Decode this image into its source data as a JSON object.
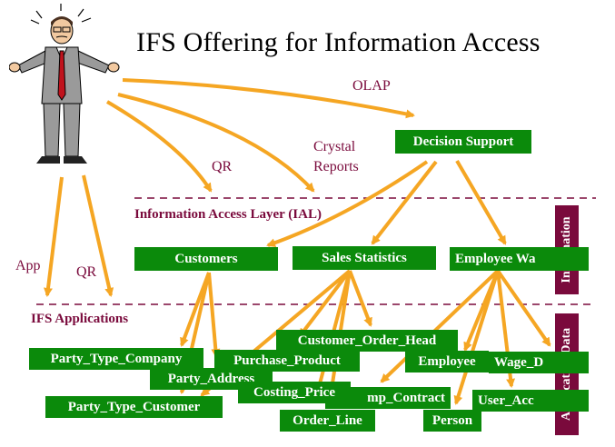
{
  "title": "IFS Offering for Information Access",
  "labels": {
    "olap": "OLAP",
    "crystal_line1": "Crystal",
    "crystal_line2": "Reports",
    "qr_top": "QR",
    "app": "App",
    "qr_left": "QR"
  },
  "layers": {
    "information_access": "Information Access Layer (IAL)",
    "ifs_applications": "IFS Applications"
  },
  "side_tabs": {
    "information": "Information",
    "application_data": "Application Data"
  },
  "info_boxes": {
    "decision_support": "Decision Support",
    "customers": "Customers",
    "sales_statistics": "Sales Statistics",
    "employee_wa": "Employee Wa"
  },
  "app_boxes": {
    "customer_order_head": "Customer_Order_Head",
    "party_type_company": "Party_Type_Company",
    "purchase_product": "Purchase_Product",
    "party_address": "Party_Address",
    "employee": "Employee",
    "wage_d": "Wage_D",
    "costing_price": "Costing_Price",
    "emp_contract": "mp_Contract",
    "user_acc": "User_Acc",
    "party_type_customer": "Party_Type_Customer",
    "order_line": "Order_Line",
    "person": "Person"
  },
  "colors": {
    "box_green": "#0b8a0b",
    "arrow_orange": "#f5a623",
    "accent_maroon": "#7a0a3c"
  }
}
